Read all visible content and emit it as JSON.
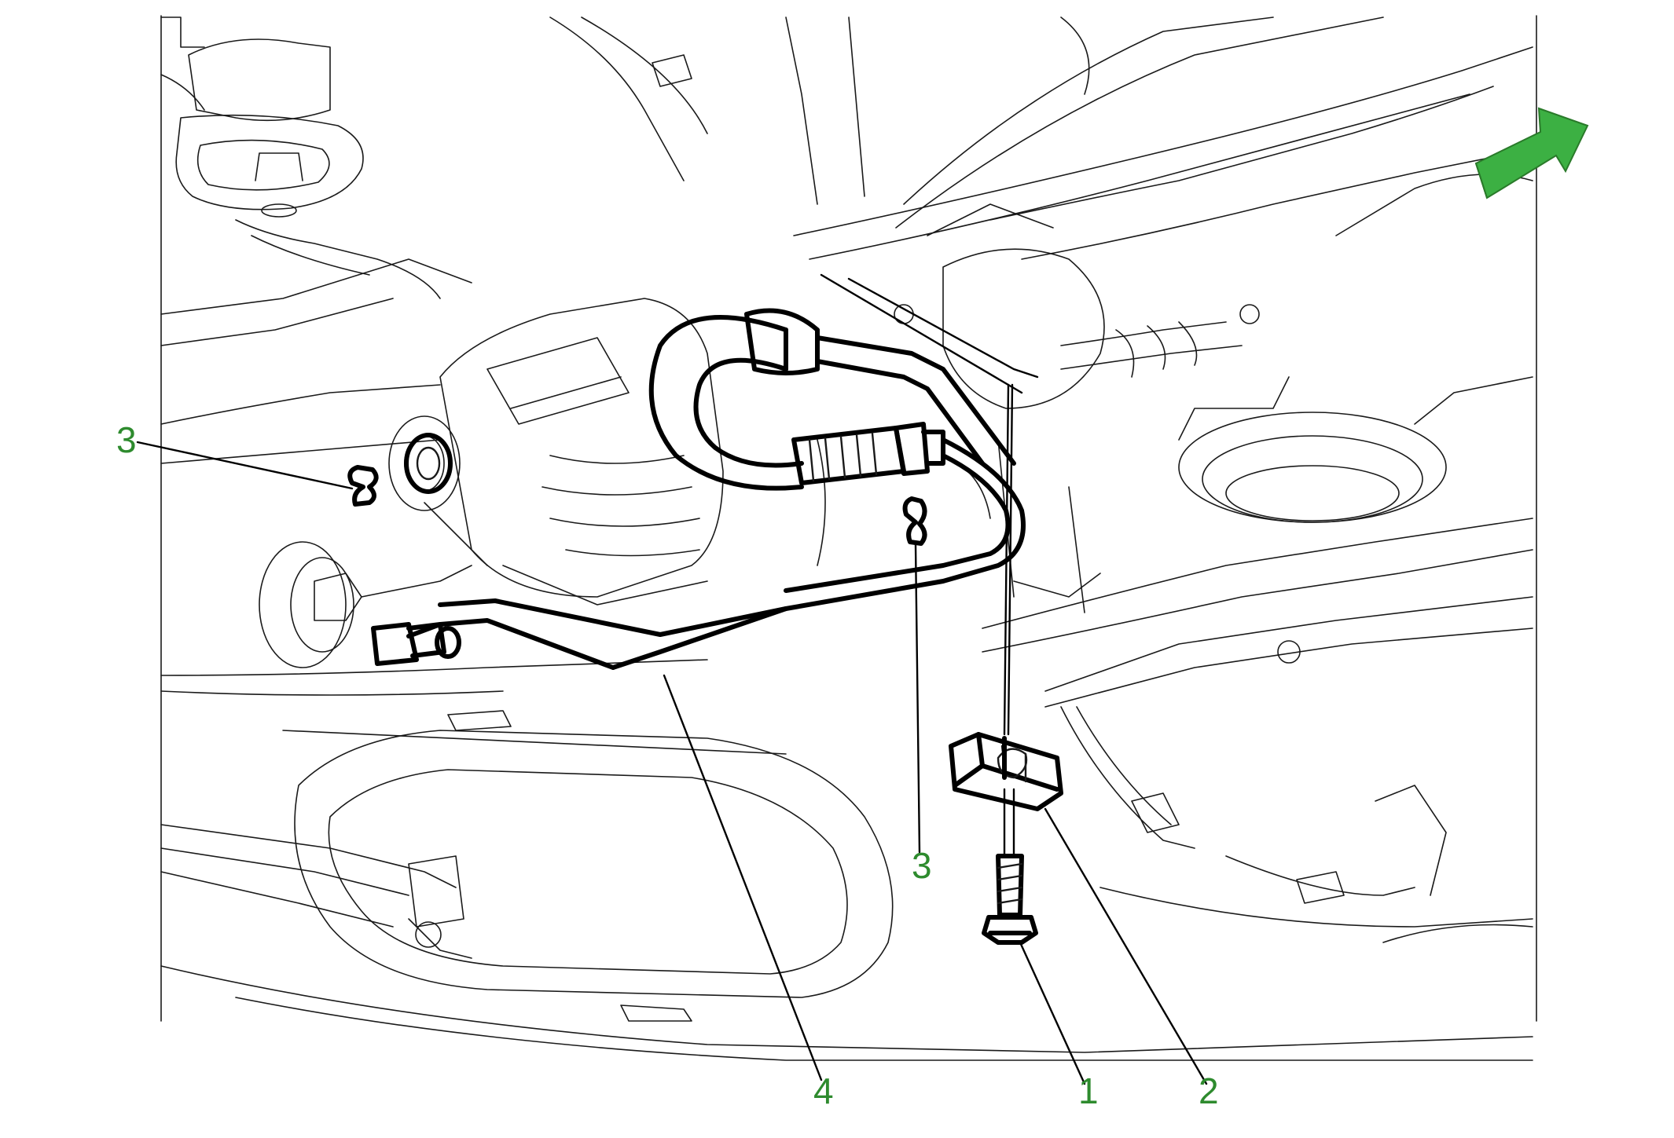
{
  "colors": {
    "callout_text": "#2e8b2e",
    "arrow_fill": "#3cb043",
    "line": "#000000"
  },
  "icons": {
    "direction_arrow": "forward-direction-arrow-icon"
  },
  "callouts": [
    {
      "label": "3"
    },
    {
      "label": "3"
    },
    {
      "label": "4"
    },
    {
      "label": "1"
    },
    {
      "label": "2"
    }
  ]
}
